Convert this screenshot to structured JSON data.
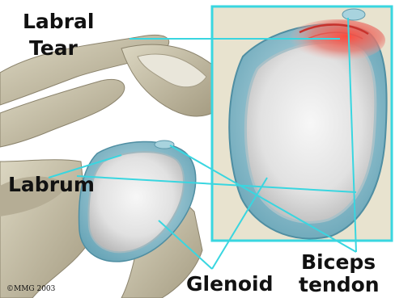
{
  "labels": {
    "labral_tear_line1": "Labral",
    "labral_tear_line2": "Tear",
    "labrum": "Labrum",
    "glenoid": "Glenoid",
    "biceps_tendon_line1": "Biceps",
    "biceps_tendon_line2": "tendon",
    "copyright": "©MMG 2003"
  },
  "colors": {
    "callout_cyan": "#39d6e0",
    "bone": "#c9c2a9",
    "labrum_blue": "#8fc4d2",
    "cartilage": "#e6e6e6",
    "tear_red": "#e1453f",
    "text": "#111111"
  }
}
